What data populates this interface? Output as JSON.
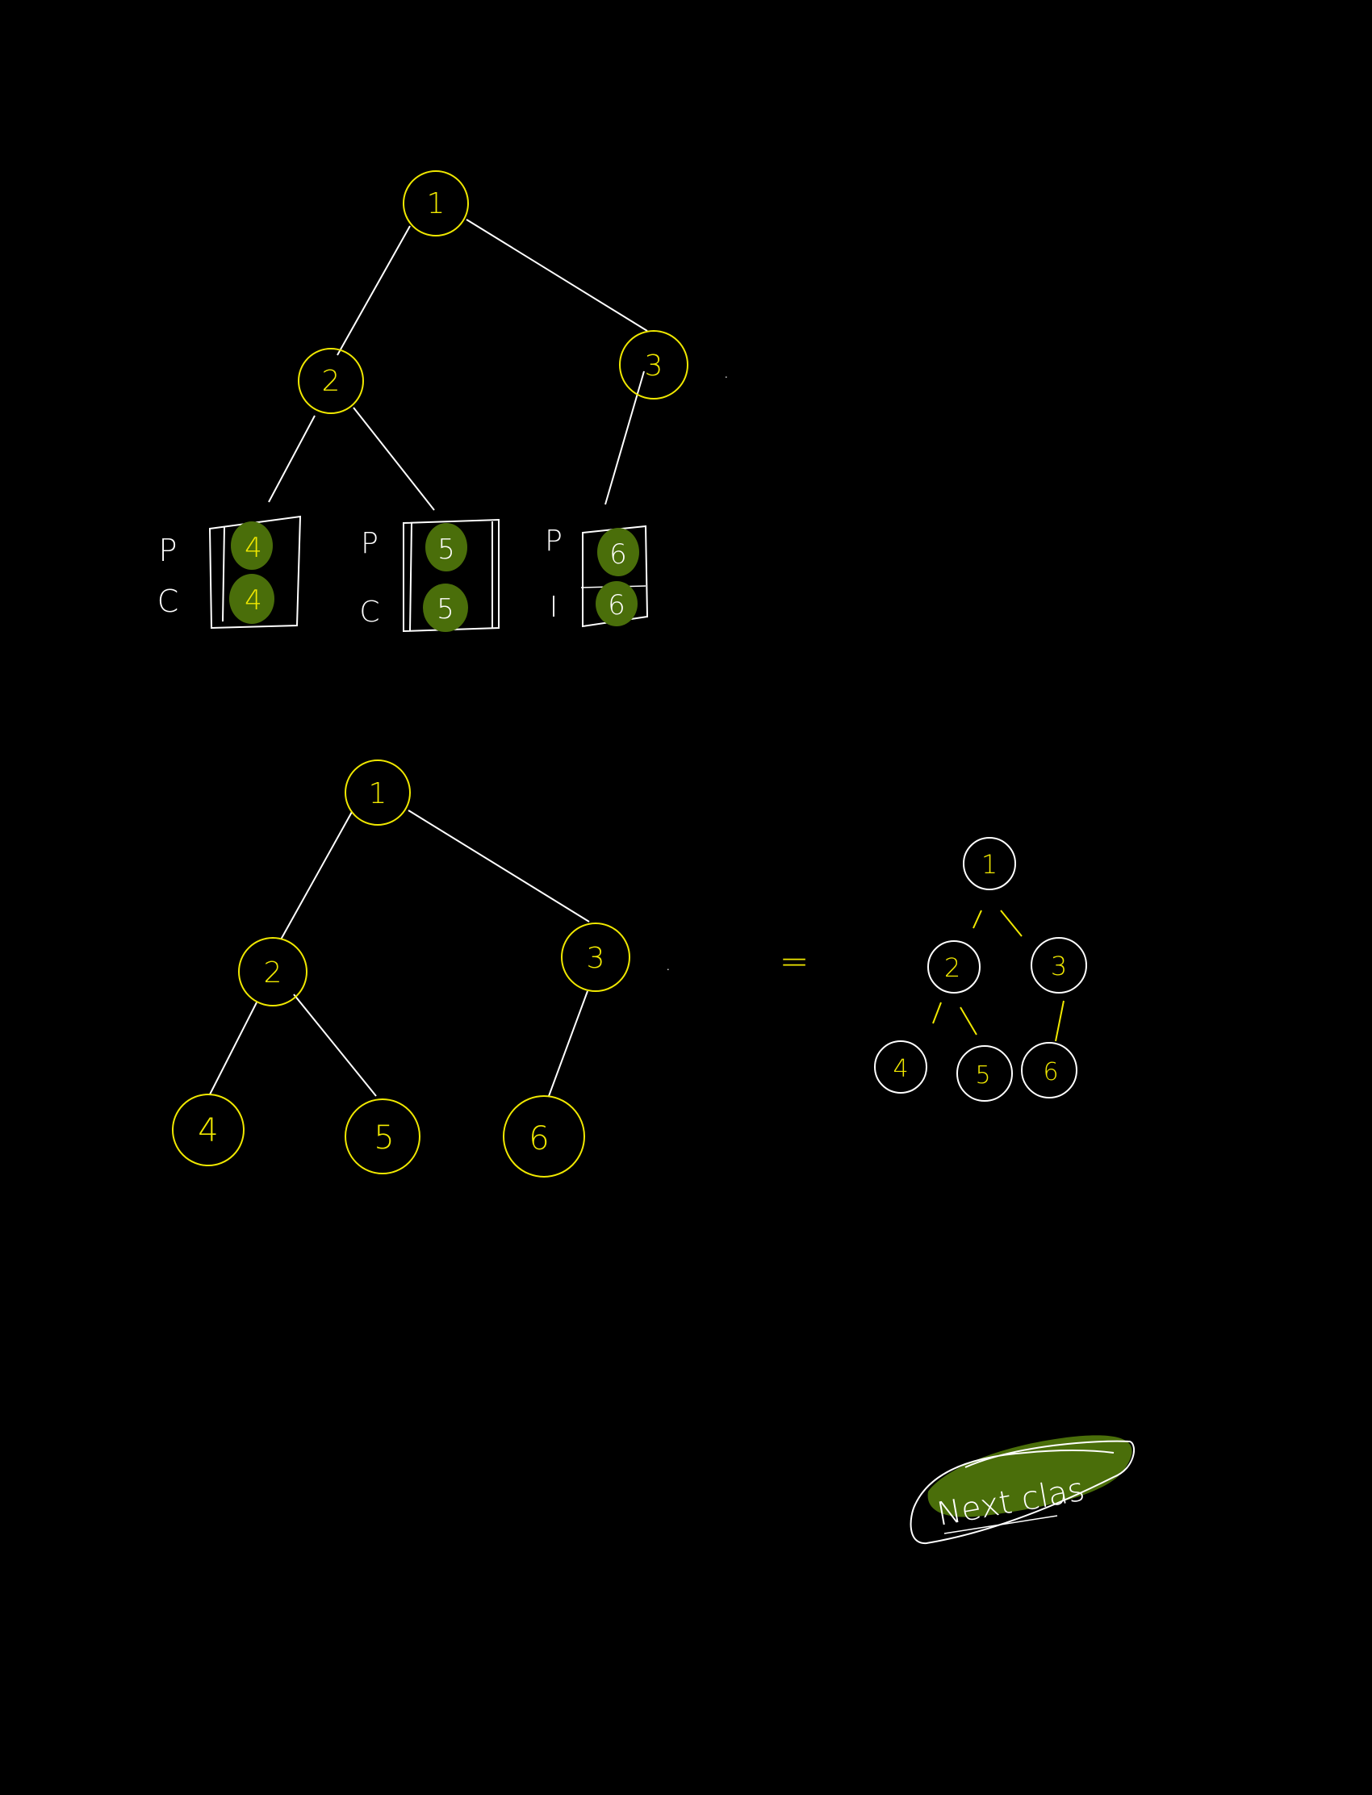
{
  "colors": {
    "background": "#000000",
    "node_stroke_yellow": "#f0e800",
    "node_stroke_white": "#ffffff",
    "edge": "#ffffff",
    "highlight": "#4a6e0a",
    "text_yellow": "#f0e800",
    "text_white": "#ffffff"
  },
  "tree_top": {
    "nodes": [
      "1",
      "2",
      "3"
    ],
    "leaves": [
      {
        "label_p": "P",
        "label_c": "C",
        "top": "4",
        "bottom": "4"
      },
      {
        "label_p": "P",
        "label_c": "C",
        "top": "5",
        "bottom": "5"
      },
      {
        "label_p": "P",
        "label_c": "I",
        "top": "6",
        "bottom": "6"
      }
    ],
    "dot": "."
  },
  "tree_middle": {
    "nodes": [
      "1",
      "2",
      "3",
      "4",
      "5",
      "6"
    ],
    "dot": "."
  },
  "equals_sign": "=",
  "tree_small": {
    "nodes": [
      "1",
      "2",
      "3",
      "4",
      "5",
      "6"
    ]
  },
  "note": {
    "text": "Next clas"
  }
}
